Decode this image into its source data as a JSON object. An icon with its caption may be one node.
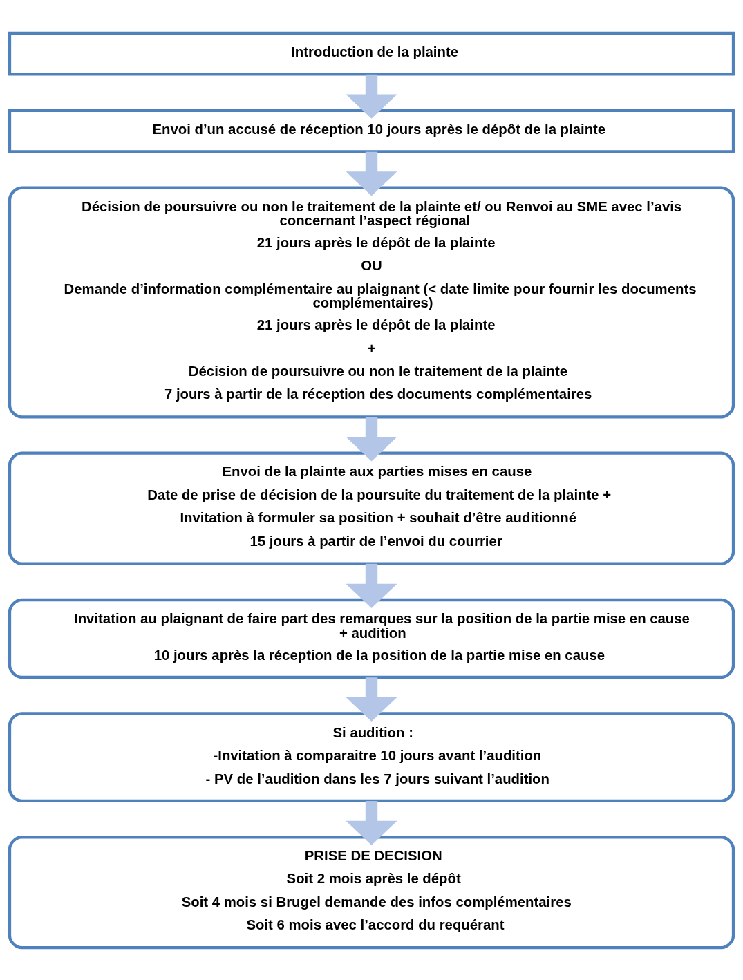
{
  "diagram": {
    "nodes": [
      {
        "text": [
          "Introduction de la plainte"
        ]
      },
      {
        "text": [
          "Envoi d’un accusé de réception 10 jours après le dépôt de la plainte"
        ]
      },
      {
        "text": [
          "Décision de poursuivre ou non le traitement de la plainte et/ ou Renvoi au SME avec l’avis concernant l’aspect régional",
          "21 jours après le dépôt de la plainte",
          "OU",
          "Demande d’information complémentaire au plaignant (< date limite pour fournir les documents complémentaires)",
          "21 jours après le dépôt de la plainte",
          "+",
          "Décision de poursuivre ou non le traitement de la plainte",
          "7 jours à partir de la réception des documents complémentaires"
        ]
      },
      {
        "text": [
          "Envoi de la plainte aux parties mises en cause",
          "Date de prise de décision de la poursuite du traitement de la plainte +",
          "Invitation à formuler sa position + souhait d’être auditionné",
          "15 jours à partir de l’envoi du courrier"
        ]
      },
      {
        "text": [
          "Invitation au plaignant de faire part des remarques sur la position de la partie mise en cause + audition",
          "10 jours après la réception de la position de la partie mise en cause"
        ]
      },
      {
        "text": [
          "Si audition :",
          "-Invitation à comparaitre 10 jours avant l’audition",
          "- PV de l’audition dans les 7 jours suivant l’audition"
        ]
      },
      {
        "text": [
          "PRISE DE DECISION",
          "Soit 2 mois après le dépôt",
          "Soit 4 mois si Brugel demande des infos complémentaires",
          "Soit 6 mois avec l’accord du requérant"
        ]
      }
    ],
    "edges": [
      {
        "from": 0,
        "to": 1,
        "arrow": "to"
      },
      {
        "from": 1,
        "to": 2,
        "arrow": "to"
      },
      {
        "from": 2,
        "to": 3,
        "arrow": "to"
      },
      {
        "from": 3,
        "to": 4,
        "arrow": "to"
      },
      {
        "from": 4,
        "to": 5,
        "arrow": "to"
      },
      {
        "from": 5,
        "to": 6,
        "arrow": "to"
      }
    ]
  }
}
